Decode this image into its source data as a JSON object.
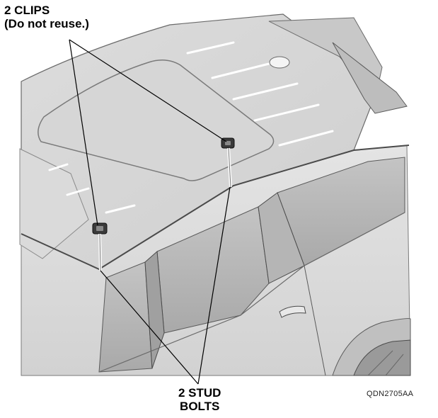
{
  "labels": {
    "clips_line1": "2 CLIPS",
    "clips_line2": "(Do not reuse.)",
    "bolts_line1": "2 STUD",
    "bolts_line2": "BOLTS",
    "figure_code": "QDN2705AA"
  },
  "colors": {
    "body_light": "#e9e9e9",
    "body_mid": "#cfcfcf",
    "body_dark": "#9a9a9a",
    "edge": "#555555",
    "glass": "#b9b9b9",
    "leader": "#000000"
  }
}
